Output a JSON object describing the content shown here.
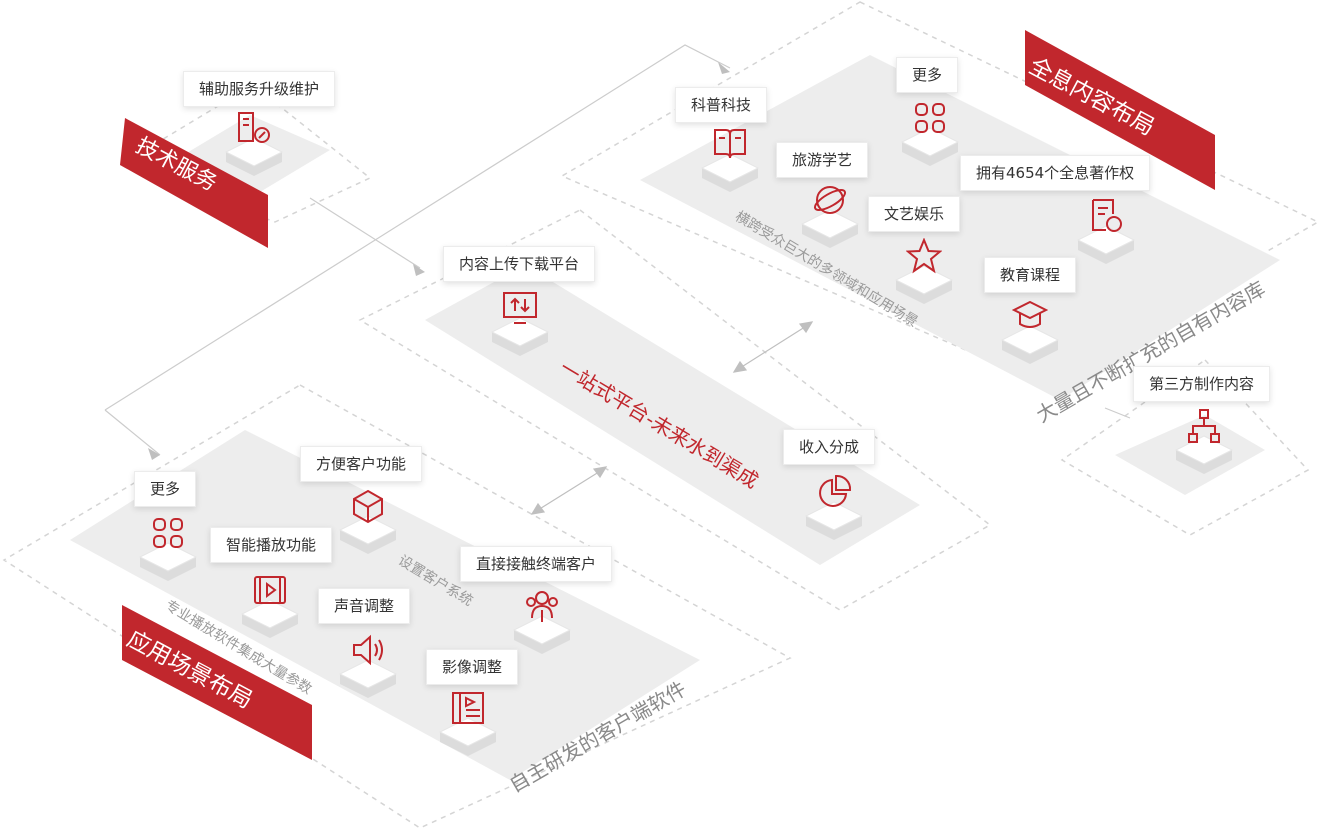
{
  "colors": {
    "accent": "#c1272d",
    "platform": "#ececec",
    "text": "#333333",
    "muted": "#9a9a9a"
  },
  "sections": {
    "tech_service": "技术服务",
    "all_content": "全息内容布局",
    "app_scene": "应用场景布局"
  },
  "labels": {
    "aux_service": "辅助服务升级维护",
    "upload_platform": "内容上传下载平台",
    "sci_tech": "科普科技",
    "travel_art": "旅游学艺",
    "more_top": "更多",
    "copyright": "拥有4654个全息著作权",
    "culture_ent": "文艺娱乐",
    "education": "教育课程",
    "third_party": "第三方制作内容",
    "revenue_share": "收入分成",
    "convenient_func": "方便客户功能",
    "more_bottom": "更多",
    "smart_play": "智能播放功能",
    "direct_contact": "直接接触终端客户",
    "sound_adjust": "声音调整",
    "video_adjust": "影像调整"
  },
  "captions": {
    "cross_audience": "横跨受众巨大的多领域和应用场景",
    "own_library": "大量且不断扩充的自有内容库",
    "one_stop": "一站式平台-未来水到渠成",
    "client_system": "设置客户系统",
    "pro_player": "专业播放软件集成大量参数",
    "own_client": "自主研发的客户端软件"
  },
  "icons": [
    "server-wrench-icon",
    "upload-download-icon",
    "book-icon",
    "planet-icon",
    "grid-icon",
    "certificate-icon",
    "star-icon",
    "graduation-cap-icon",
    "org-chart-icon",
    "pie-chart-icon",
    "cube-icon",
    "grid-icon",
    "video-play-icon",
    "people-icon",
    "speaker-icon",
    "video-edit-icon"
  ]
}
